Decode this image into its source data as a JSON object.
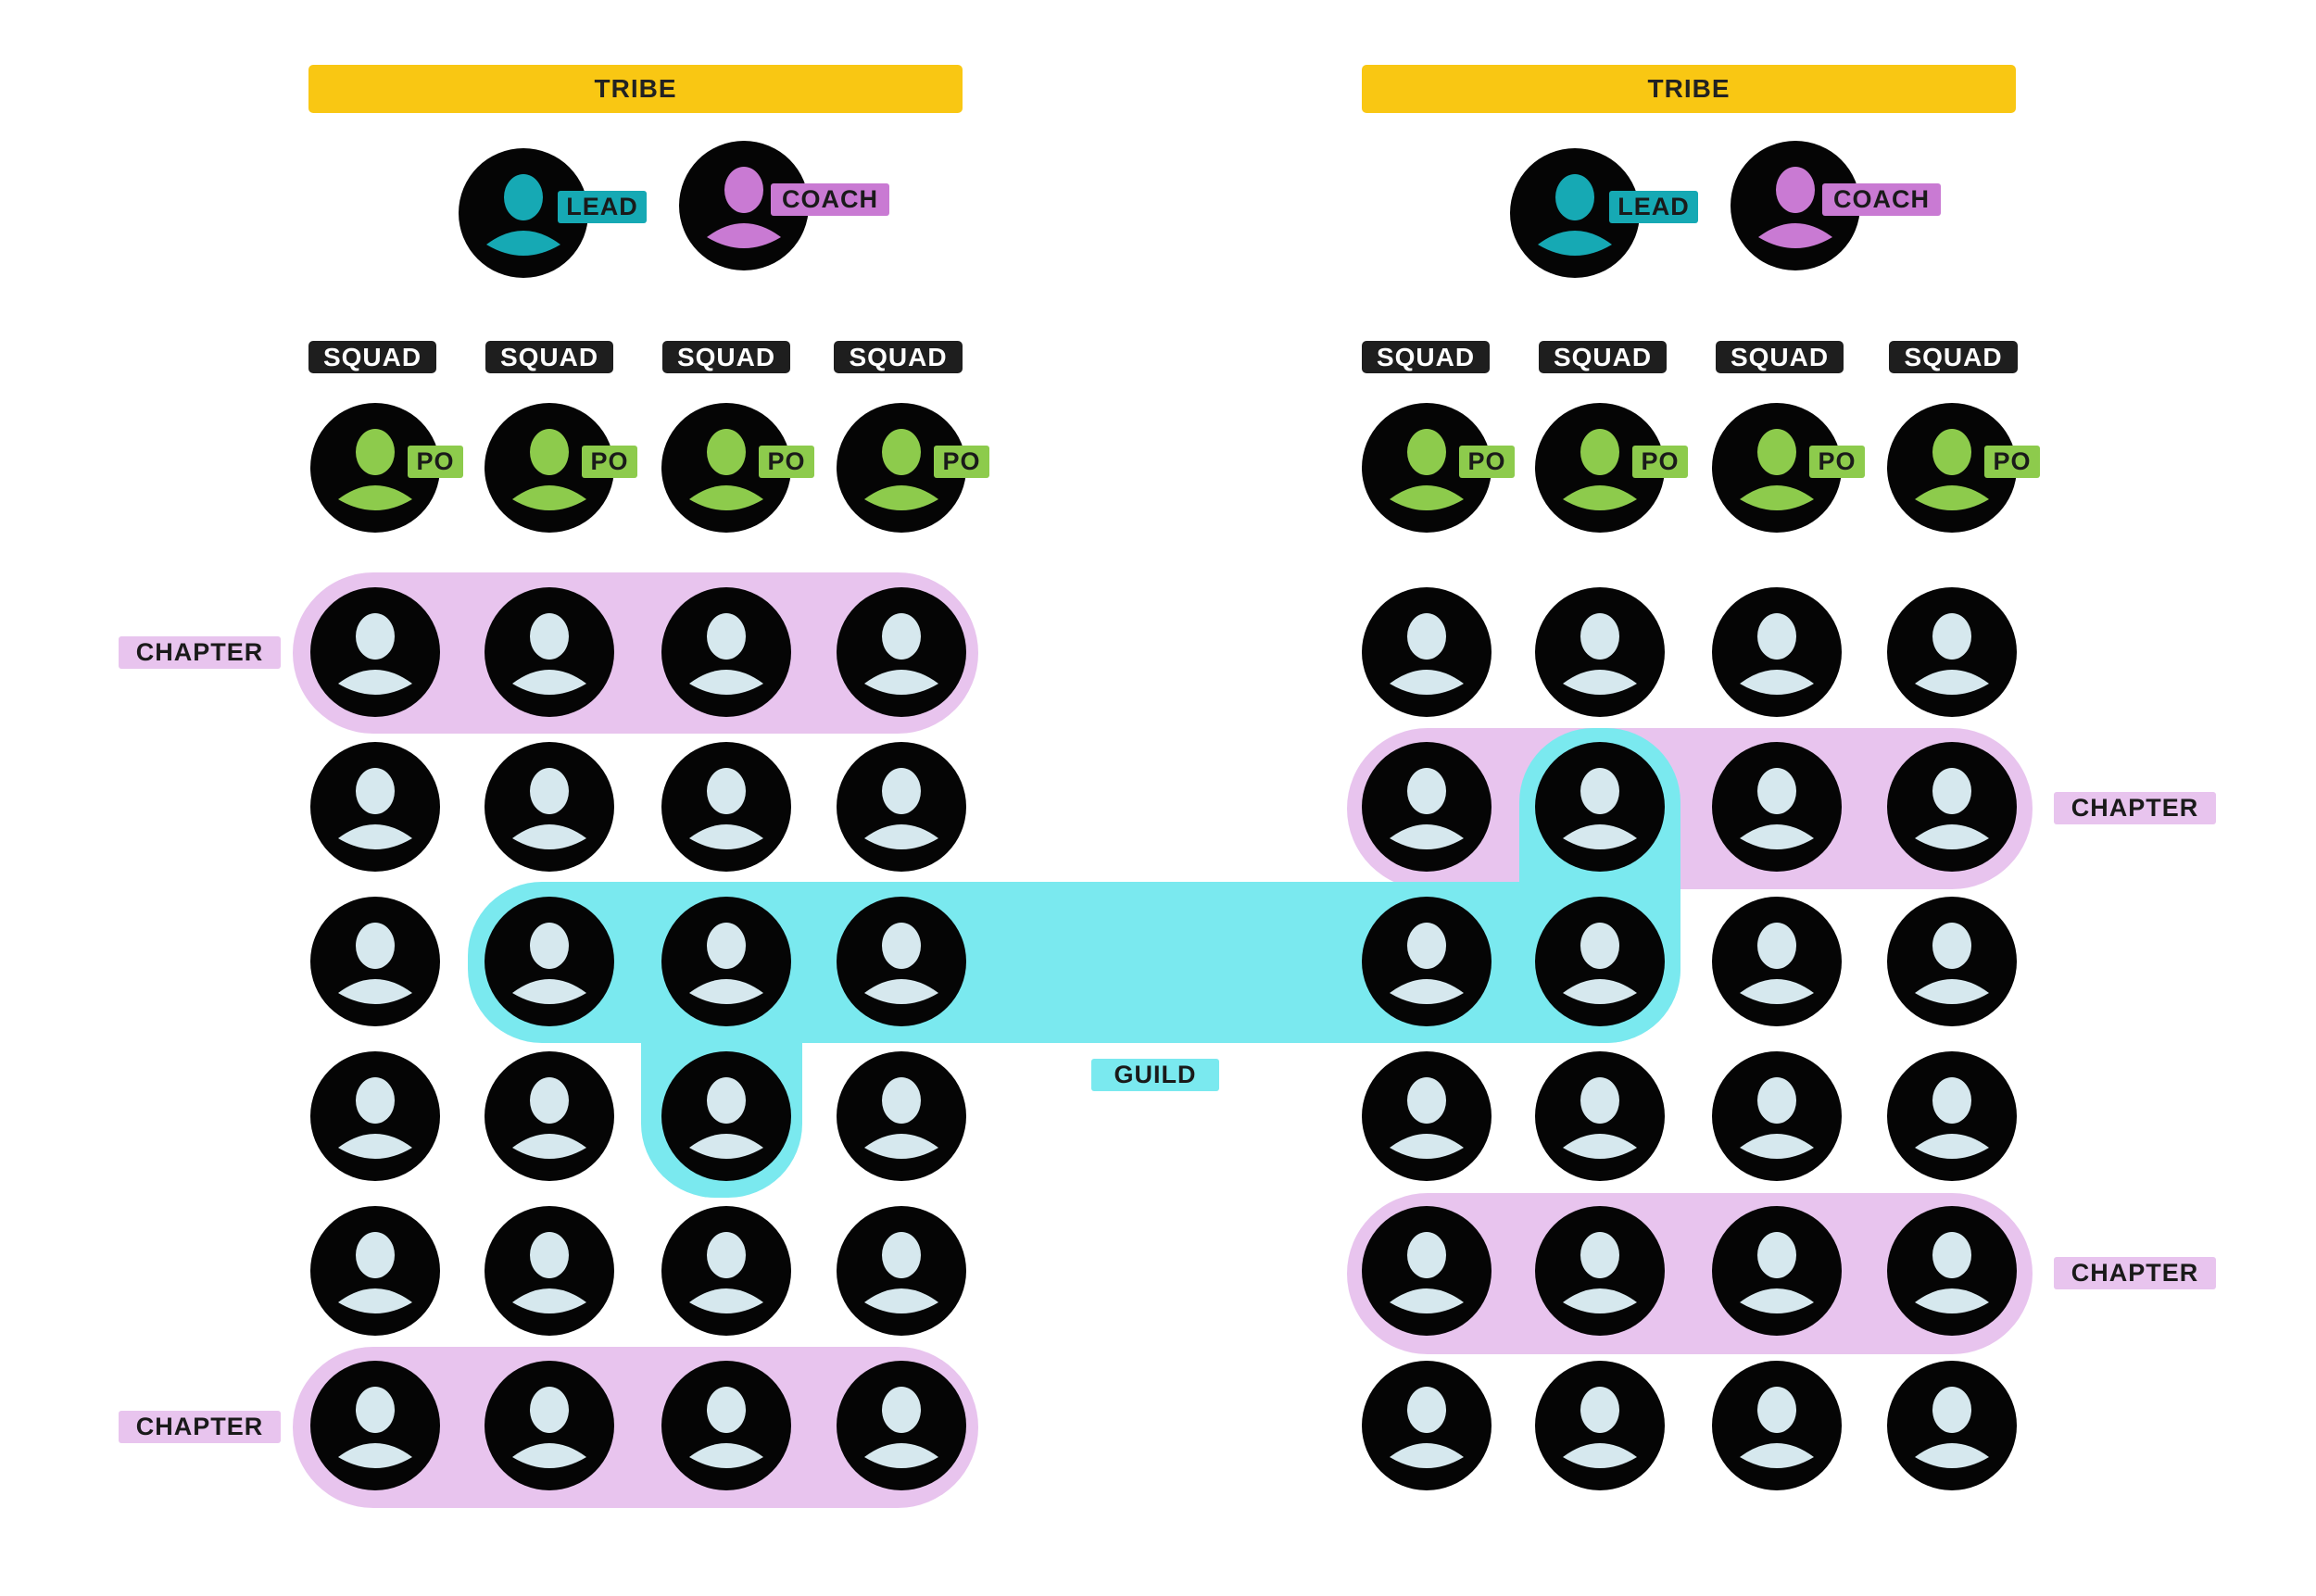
{
  "colors": {
    "tribe": "#f9c713",
    "squad": "#1e1e1e",
    "chapter": "#e8c4ee",
    "guild": "#7ae9ef",
    "lead": "#16a9b4",
    "coach": "#c97ad3",
    "po": "#8dcb4c",
    "member": "#d6e8ee",
    "avatar_background": "#050505"
  },
  "icons": {
    "member": "person-icon",
    "lead": "person-icon",
    "coach": "person-icon",
    "po": "person-icon"
  },
  "tribes": [
    {
      "banner": "TRIBE",
      "lead_label": "LEAD",
      "coach_label": "COACH",
      "squads": [
        {
          "label": "SQUAD",
          "po_label": "PO"
        },
        {
          "label": "SQUAD",
          "po_label": "PO"
        },
        {
          "label": "SQUAD",
          "po_label": "PO"
        },
        {
          "label": "SQUAD",
          "po_label": "PO"
        }
      ],
      "member_rows": 6,
      "chapter_rows": [
        0,
        5
      ]
    },
    {
      "banner": "TRIBE",
      "lead_label": "LEAD",
      "coach_label": "COACH",
      "squads": [
        {
          "label": "SQUAD",
          "po_label": "PO"
        },
        {
          "label": "SQUAD",
          "po_label": "PO"
        },
        {
          "label": "SQUAD",
          "po_label": "PO"
        },
        {
          "label": "SQUAD",
          "po_label": "PO"
        }
      ],
      "member_rows": 6,
      "chapter_rows": [
        1,
        4
      ]
    }
  ],
  "chapter_label": "CHAPTER",
  "guild": {
    "label": "GUILD",
    "members": [
      {
        "tribe": 0,
        "squad": 1,
        "row": 2
      },
      {
        "tribe": 0,
        "squad": 2,
        "row": 2
      },
      {
        "tribe": 0,
        "squad": 3,
        "row": 2
      },
      {
        "tribe": 0,
        "squad": 2,
        "row": 3
      },
      {
        "tribe": 1,
        "squad": 0,
        "row": 2
      },
      {
        "tribe": 1,
        "squad": 1,
        "row": 1
      },
      {
        "tribe": 1,
        "squad": 1,
        "row": 2
      }
    ]
  }
}
